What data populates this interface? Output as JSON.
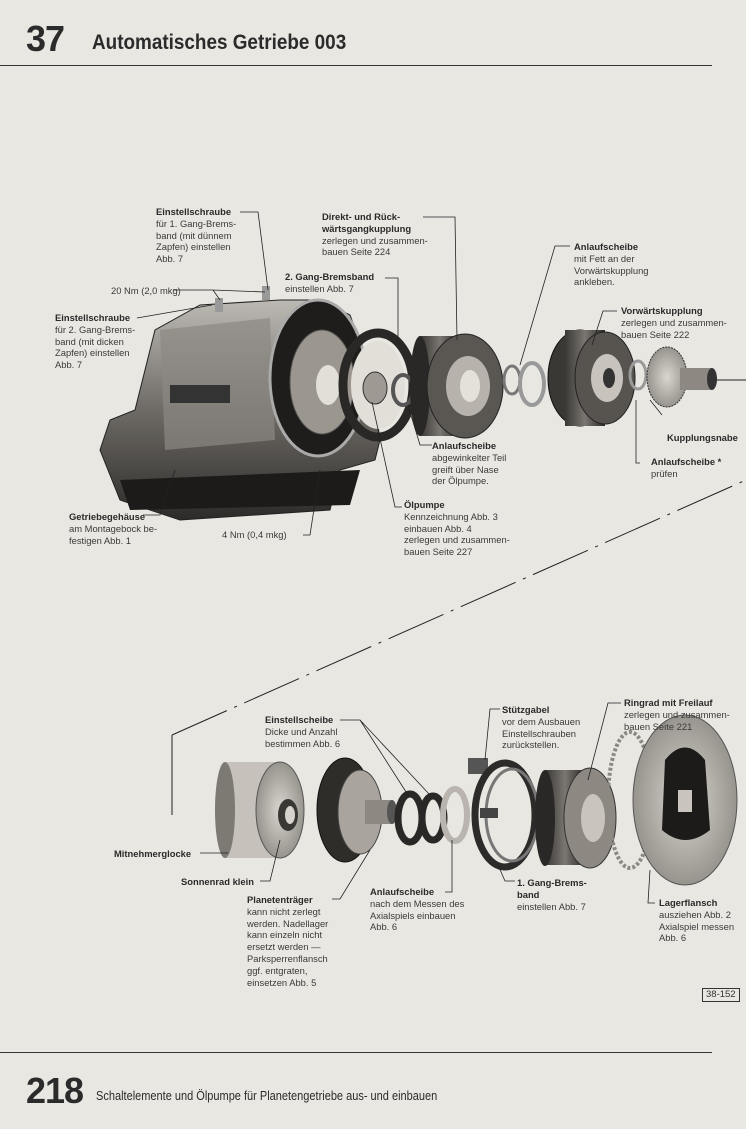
{
  "header": {
    "chapter_number": "37",
    "chapter_title": "Automatisches Getriebe 003"
  },
  "footer": {
    "page_number": "218",
    "page_title": "Schaltelemente und Ölpumpe für Planetengetriebe aus- und einbauen"
  },
  "figure_ref": "38-152",
  "labels": {
    "einstellschraube1": {
      "title": "Einstellschraube",
      "lines": [
        "für 1. Gang-Brems-",
        "band (mit dünnem",
        "Zapfen) einstellen",
        "Abb. 7"
      ]
    },
    "torque_20": {
      "text": "20 Nm (2,0 mkg)"
    },
    "einstellschraube2": {
      "title": "Einstellschraube",
      "lines": [
        "für 2. Gang-Brems-",
        "band (mit dicken",
        "Zapfen) einstellen",
        "Abb. 7"
      ]
    },
    "direkt_kupplung": {
      "title_lines": [
        "Direkt- und Rück-",
        "wärtsgangkupplung"
      ],
      "lines": [
        "zerlegen und zusammen-",
        "bauen Seite 224"
      ]
    },
    "gang2_bremsband": {
      "title": "2. Gang-Bremsband",
      "lines": [
        "einstellen Abb. 7"
      ]
    },
    "anlaufscheibe_fett": {
      "title": "Anlaufscheibe",
      "lines": [
        "mit Fett an der",
        "Vorwärtskupplung",
        "ankleben."
      ]
    },
    "vorwaertskupplung": {
      "title": "Vorwärtskupplung",
      "lines": [
        "zerlegen und zusammen-",
        "bauen Seite 222"
      ]
    },
    "kupplungsnabe": {
      "title": "Kupplungsnabe"
    },
    "anlaufscheibe_pruefen": {
      "title": "Anlaufscheibe *",
      "lines": [
        "prüfen"
      ]
    },
    "anlaufscheibe_nase": {
      "title": "Anlaufscheibe",
      "lines": [
        "abgewinkelter Teil",
        "greift über Nase",
        "der Ölpumpe."
      ]
    },
    "oelpumpe": {
      "title": "Ölpumpe",
      "lines": [
        "Kennzeichnung Abb. 3",
        "einbauen Abb. 4",
        "zerlegen und zusammen-",
        "bauen Seite 227"
      ]
    },
    "getriebegehaeuse": {
      "title": "Getriebegehäuse",
      "lines": [
        "am Montagebock be-",
        "festigen Abb. 1"
      ]
    },
    "torque_4": {
      "text": "4 Nm (0,4 mkg)"
    },
    "einstellscheibe": {
      "title": "Einstellscheibe",
      "lines": [
        "Dicke und Anzahl",
        "bestimmen Abb. 6"
      ]
    },
    "stuetzgabel": {
      "title": "Stützgabel",
      "lines": [
        "vor dem Ausbauen",
        "Einstellschrauben",
        "zurückstellen."
      ]
    },
    "ringrad": {
      "title": "Ringrad mit Freilauf",
      "lines": [
        "zerlegen und zusammen-",
        "bauen Seite 221"
      ]
    },
    "mitnehmerglocke": {
      "title": "Mitnehmerglocke"
    },
    "sonnenrad": {
      "title": "Sonnenrad klein"
    },
    "planetentraeger": {
      "title": "Planetenträger",
      "lines": [
        "kann nicht zerlegt",
        "werden. Nadellager",
        "kann einzeln nicht",
        "ersetzt werden —",
        "Parksperrenflansch",
        "ggf. entgraten,",
        "einsetzen Abb. 5"
      ]
    },
    "anlaufscheibe_axial": {
      "title": "Anlaufscheibe",
      "lines": [
        "nach dem Messen des",
        "Axialspiels einbauen",
        "Abb. 6"
      ]
    },
    "gang1_bremsband": {
      "title_lines": [
        "1. Gang-Brems-",
        "band"
      ],
      "lines": [
        "einstellen Abb. 7"
      ]
    },
    "lagerflansch": {
      "title": "Lagerflansch",
      "lines": [
        "ausziehen Abb. 2",
        "Axialspiel messen",
        "Abb. 6"
      ]
    }
  }
}
